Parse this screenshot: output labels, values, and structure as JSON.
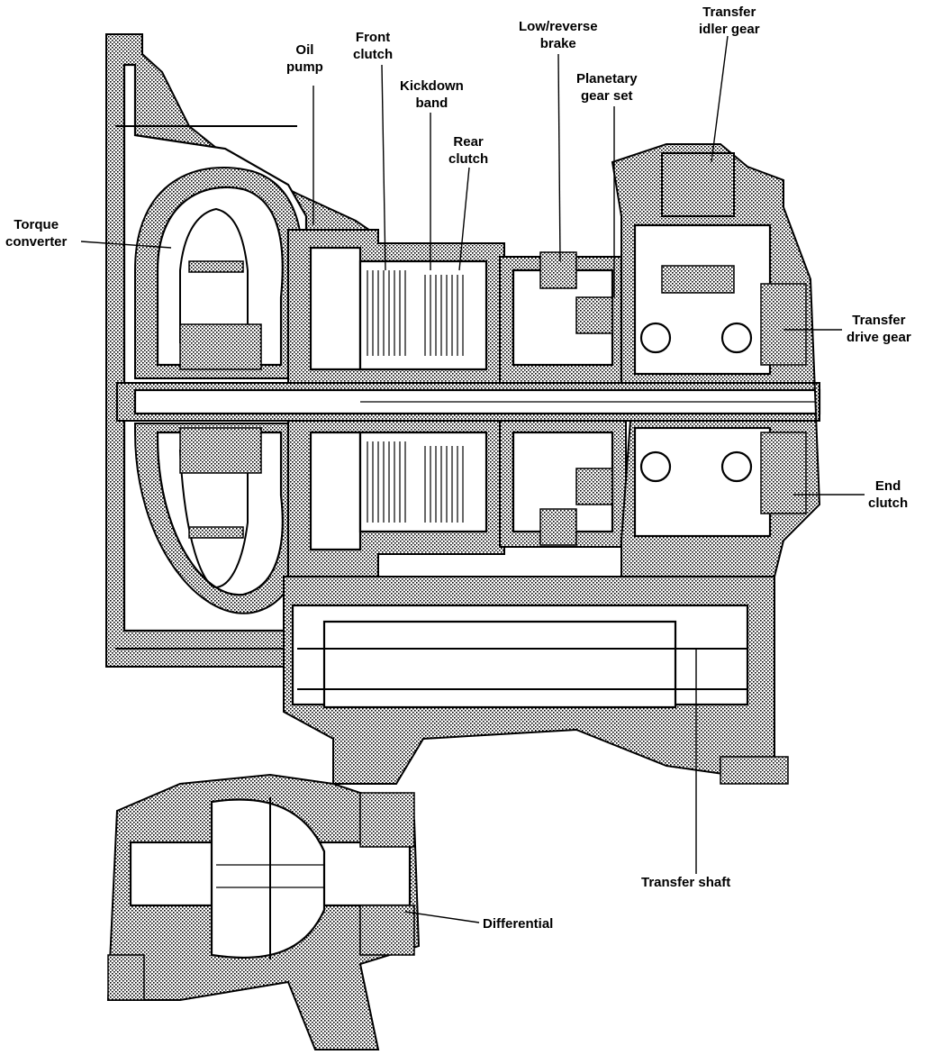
{
  "labels": {
    "oil_pump": [
      "Oil",
      "pump"
    ],
    "front_clutch": [
      "Front",
      "clutch"
    ],
    "low_reverse_brake": [
      "Low/reverse",
      "brake"
    ],
    "transfer_idler_gear": [
      "Transfer",
      "idler gear"
    ],
    "kickdown_band": [
      "Kickdown",
      "band"
    ],
    "planetary_gear_set": [
      "Planetary",
      "gear set"
    ],
    "rear_clutch": [
      "Rear",
      "clutch"
    ],
    "torque_converter": [
      "Torque",
      "converter"
    ],
    "transfer_drive_gear": [
      "Transfer",
      "drive gear"
    ],
    "end_clutch": [
      "End",
      "clutch"
    ],
    "transfer_shaft": [
      "Transfer shaft"
    ],
    "differential": [
      "Differential"
    ]
  }
}
